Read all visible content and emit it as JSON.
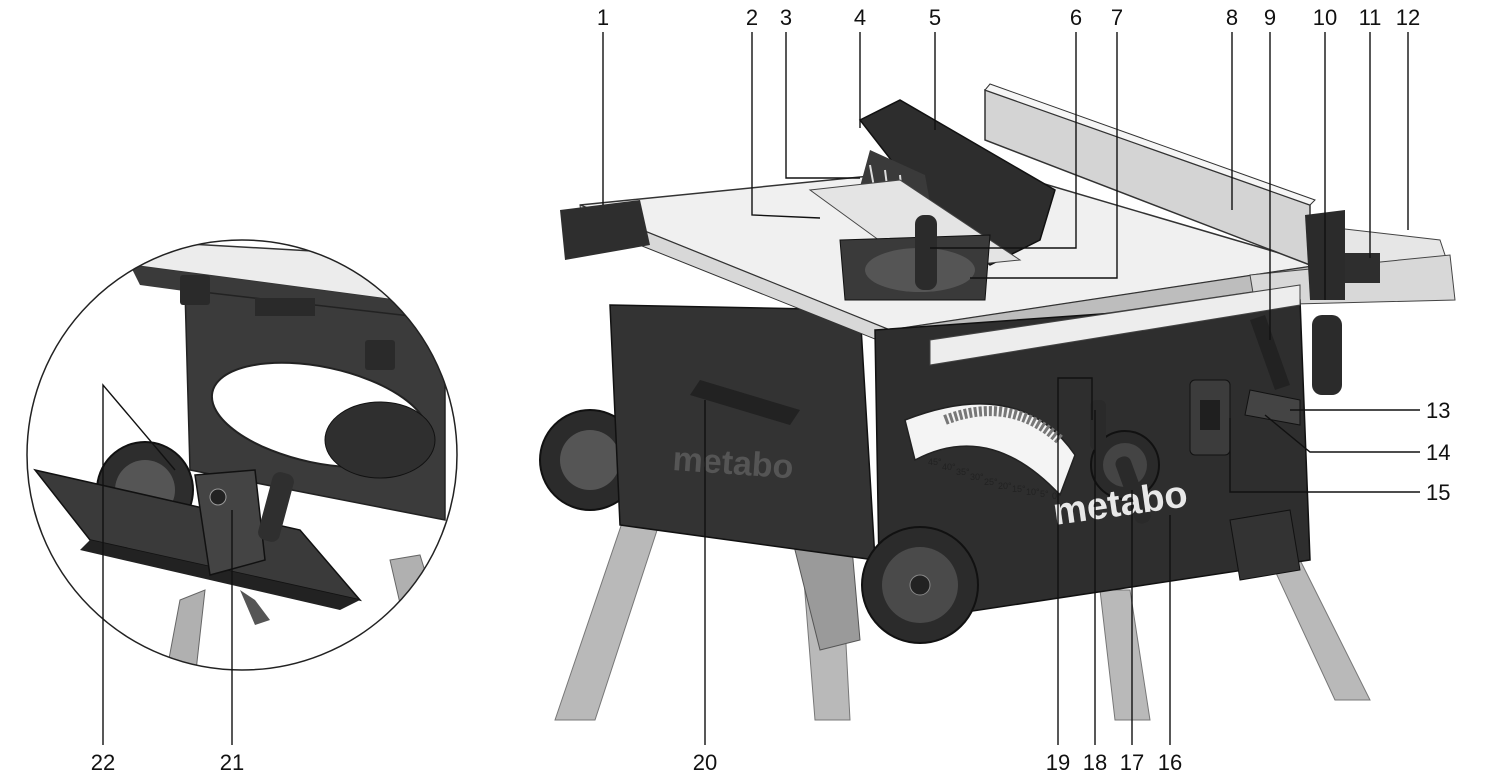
{
  "callouts": [
    {
      "id": "1",
      "text": "1"
    },
    {
      "id": "2",
      "text": "2"
    },
    {
      "id": "3",
      "text": "3"
    },
    {
      "id": "4",
      "text": "4"
    },
    {
      "id": "5",
      "text": "5"
    },
    {
      "id": "6",
      "text": "6"
    },
    {
      "id": "7",
      "text": "7"
    },
    {
      "id": "8",
      "text": "8"
    },
    {
      "id": "9",
      "text": "9"
    },
    {
      "id": "10",
      "text": "10"
    },
    {
      "id": "11",
      "text": "11"
    },
    {
      "id": "12",
      "text": "12"
    },
    {
      "id": "13",
      "text": "13"
    },
    {
      "id": "14",
      "text": "14"
    },
    {
      "id": "15",
      "text": "15"
    },
    {
      "id": "16",
      "text": "16"
    },
    {
      "id": "17",
      "text": "17"
    },
    {
      "id": "18",
      "text": "18"
    },
    {
      "id": "19",
      "text": "19"
    },
    {
      "id": "20",
      "text": "20"
    },
    {
      "id": "21",
      "text": "21"
    },
    {
      "id": "22",
      "text": "22"
    }
  ],
  "brand": {
    "name": "metabo",
    "color": "#e8e8e8",
    "housing_color": "#2e2e2e",
    "table_color": "#f0f0f0"
  },
  "bevel_scale": {
    "ticks": [
      "45°",
      "40°",
      "35°",
      "30°",
      "25°",
      "20°",
      "15°",
      "10°",
      "5°",
      "0°"
    ]
  }
}
